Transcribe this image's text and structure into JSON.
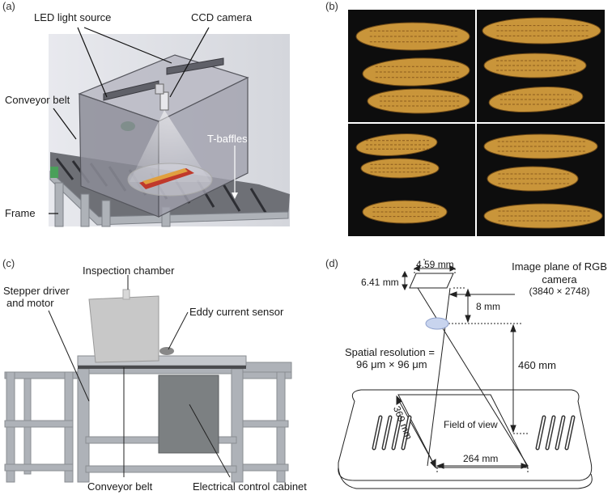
{
  "panels": {
    "a": {
      "letter": "(a)",
      "labels": {
        "led": "LED light source",
        "ccd": "CCD camera",
        "conveyor": "Conveyor belt",
        "tbaffles": "T-baffles",
        "frame": "Frame"
      }
    },
    "b": {
      "letter": "(b)"
    },
    "c": {
      "letter": "(c)",
      "labels": {
        "chamber": "Inspection chamber",
        "stepper1": "Stepper driver",
        "stepper2": "and motor",
        "eddy": "Eddy current sensor",
        "conveyor": "Conveyor belt",
        "cabinet": "Electrical control cabinet"
      }
    },
    "d": {
      "letter": "(d)",
      "labels": {
        "w459": "4.59 mm",
        "h641": "6.41 mm",
        "plane1": "Image plane of RGB",
        "plane2": "camera",
        "plane3": "(3840 × 2748)",
        "d8": "8 mm",
        "res1": "Spatial resolution =",
        "res2": "96 μm × 96 μm",
        "d460": "460 mm",
        "d369": "369 mm",
        "fov": "Field of view",
        "d264": "264 mm"
      }
    }
  },
  "colors": {
    "kernel": "#c9953a",
    "cob_bg": "#0d0d0d",
    "chamber": "#8e8e98",
    "frame": "#b8bcc2"
  }
}
